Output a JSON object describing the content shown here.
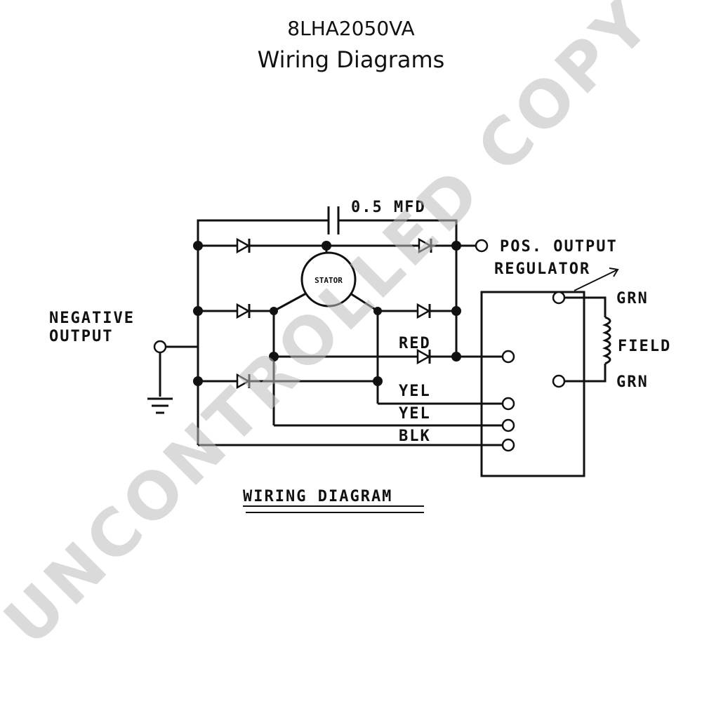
{
  "header": {
    "model": "8LHA2050VA",
    "subtitle": "Wiring Diagrams"
  },
  "diagram": {
    "capacitor_label": "0.5 MFD",
    "pos_output_label": "POS. OUTPUT",
    "regulator_label": "REGULATOR",
    "negative_label_line1": "NEGATIVE",
    "negative_label_line2": "OUTPUT",
    "stator_label": "STATOR",
    "wire_red": "RED",
    "wire_yel_1": "YEL",
    "wire_yel_2": "YEL",
    "wire_blk": "BLK",
    "grn_top": "GRN",
    "grn_bottom": "GRN",
    "field_label": "FIELD",
    "caption": "WIRING DIAGRAM"
  },
  "watermark": "UNCONTROLLED COPY"
}
